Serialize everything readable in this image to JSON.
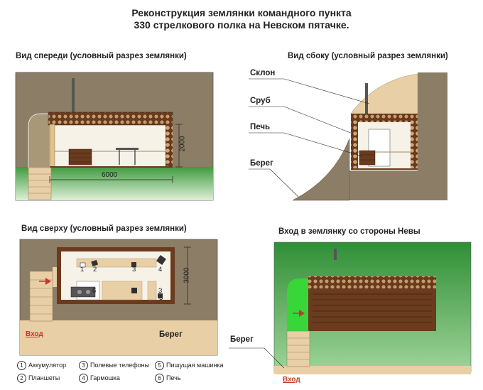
{
  "title": {
    "line1": "Реконструкция землянки командного пункта",
    "line2": "330 стрелкового полка на Невском пятачке."
  },
  "views": {
    "front": "Вид спереди (условный разрез землянки)",
    "side": "Вид сбоку (условный разрез землянки)",
    "top": "Вид сверху (условный разрез землянки)",
    "entrance": "Вход в землянку со стороны Невы"
  },
  "side_labels": {
    "slope": "Склон",
    "log_house": "Сруб",
    "stove": "Печь",
    "bank": "Берег"
  },
  "dimensions": {
    "width": "6000",
    "height": "2000",
    "depth": "3000"
  },
  "top_labels": {
    "entrance": "Вход",
    "bank": "Берег"
  },
  "entrance_labels": {
    "bank": "Берег",
    "entrance": "Вход"
  },
  "markers": [
    "1",
    "2",
    "3",
    "4",
    "5",
    "3",
    "6",
    "3"
  ],
  "legend": [
    {
      "n": "1",
      "label": "Аккумулятор"
    },
    {
      "n": "2",
      "label": "Планшеты"
    },
    {
      "n": "3",
      "label": "Полевые телефоны"
    },
    {
      "n": "4",
      "label": "Гармошка"
    },
    {
      "n": "5",
      "label": "Пишущая машинка"
    },
    {
      "n": "6",
      "label": "Печь"
    }
  ],
  "colors": {
    "soil": "#8b7d66",
    "grass": "#3c9a3c",
    "logs": "#6a3b1e",
    "sand": "#e8cfa6",
    "bright_green": "#38d638",
    "arrow": "#c0392b"
  }
}
